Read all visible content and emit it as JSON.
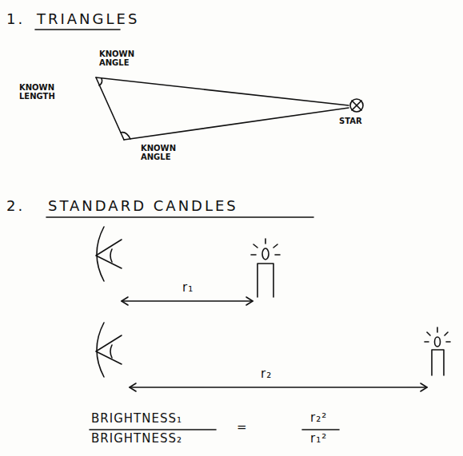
{
  "diagram": {
    "labels": [
      "1.",
      "TRIANGLES",
      "KNOWN ANGLE",
      "KNOWN LENGTH",
      "KNOWN ANGLE",
      "STAR",
      "2.",
      "STANDARD CANDLES",
      "r₁",
      "r₂",
      "BRIGHTNESS₁",
      "BRIGHTNESS₂",
      "=",
      "r₂²",
      "r₁²"
    ]
  }
}
